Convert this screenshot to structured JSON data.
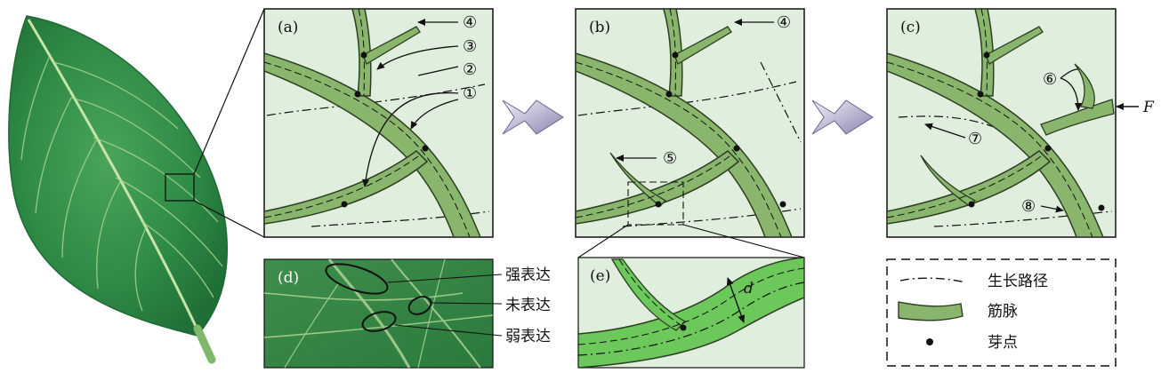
{
  "panels": {
    "a": {
      "label": "(a)",
      "markers": [
        "④",
        "③",
        "②",
        "①"
      ]
    },
    "b": {
      "label": "(b)",
      "markers": [
        "④",
        "⑤"
      ]
    },
    "c": {
      "label": "(c)",
      "markers": [
        "⑥",
        "⑦",
        "⑧"
      ],
      "force_label": "F"
    },
    "d": {
      "label": "(d)",
      "annotations": [
        "强表达",
        "未表达",
        "弱表达"
      ]
    },
    "e": {
      "label": "(e)",
      "dimension_label": "d"
    }
  },
  "legend": {
    "items": [
      {
        "symbol": "dash-dot-line",
        "label": "生长路径"
      },
      {
        "symbol": "vein-band",
        "label": "筋脉"
      },
      {
        "symbol": "dot",
        "label": "芽点"
      }
    ]
  },
  "colors": {
    "panel_bg": "#dfeedd",
    "vein_fill": "#8ab56c",
    "vein_bright": "#6cc85a",
    "leaf": "#2e8a45",
    "arrow_gradient_start": "#f4f2f8",
    "arrow_gradient_end": "#8a82b0"
  }
}
